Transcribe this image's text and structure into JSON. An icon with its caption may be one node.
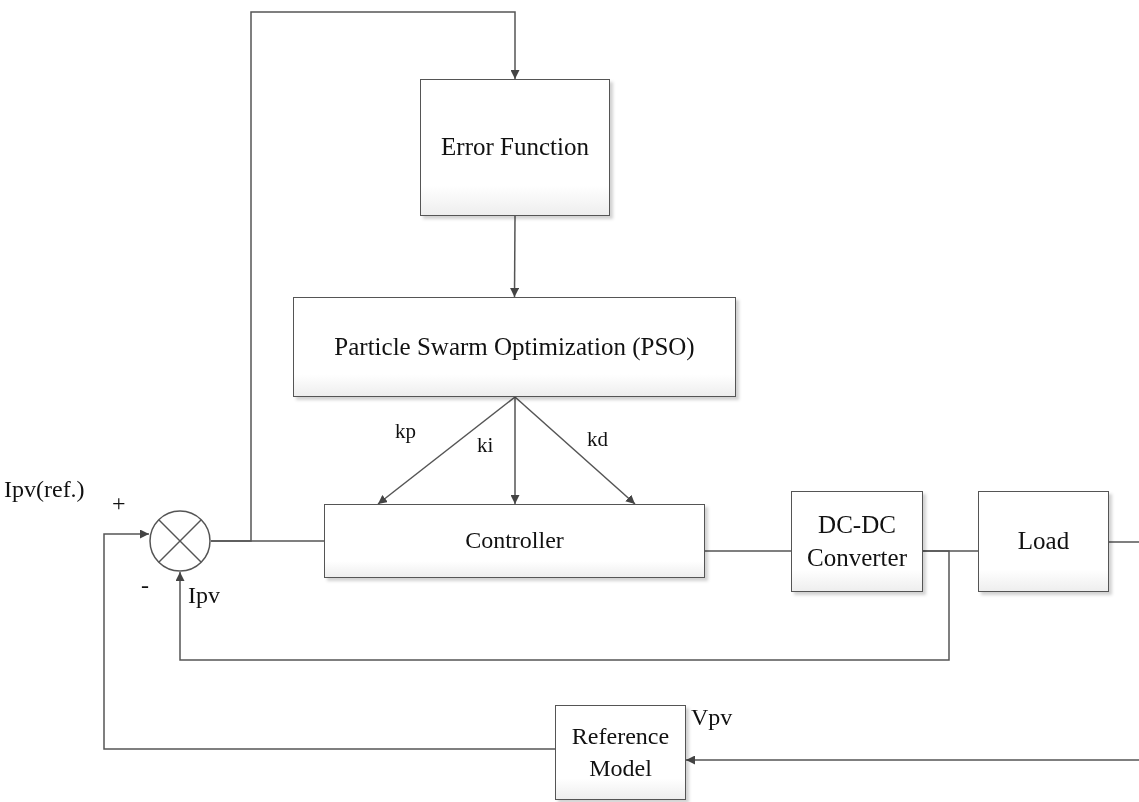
{
  "diagram": {
    "nodes": [
      {
        "text": [
          "Error Function"
        ]
      },
      {
        "text": [
          "Particle Swarm Optimization (PSO)"
        ]
      },
      {
        "text": [],
        "shape": "circle"
      },
      {
        "text": [
          "Controller"
        ]
      },
      {
        "text": [
          "DC-DC Converter"
        ]
      },
      {
        "text": [
          "Load"
        ]
      },
      {
        "text": [
          "Reference Model"
        ]
      }
    ],
    "edges": [
      {
        "from": 2,
        "to": 0,
        "arrow": "to"
      },
      {
        "from": 2,
        "to": 3,
        "arrow": "none"
      },
      {
        "from": 0,
        "to": 1,
        "arrow": "to"
      },
      {
        "from": 1,
        "to": 3,
        "arrow": "to",
        "label": "kp"
      },
      {
        "from": 1,
        "to": 3,
        "arrow": "to",
        "label": "ki"
      },
      {
        "from": 1,
        "to": 3,
        "arrow": "to",
        "label": "kd"
      },
      {
        "from": 3,
        "to": 4,
        "arrow": "none"
      },
      {
        "from": 4,
        "to": 5,
        "arrow": "none"
      },
      {
        "from": 4,
        "to": 2,
        "arrow": "to"
      },
      {
        "from": 6,
        "to": 2,
        "arrow": "to"
      },
      {
        "from": 5,
        "to": null,
        "arrow": "none"
      },
      {
        "from": null,
        "to": 6,
        "arrow": "to"
      }
    ],
    "labels": [
      "Ipv(ref.)",
      "+",
      "-",
      "Ipv",
      "Vpv"
    ]
  }
}
